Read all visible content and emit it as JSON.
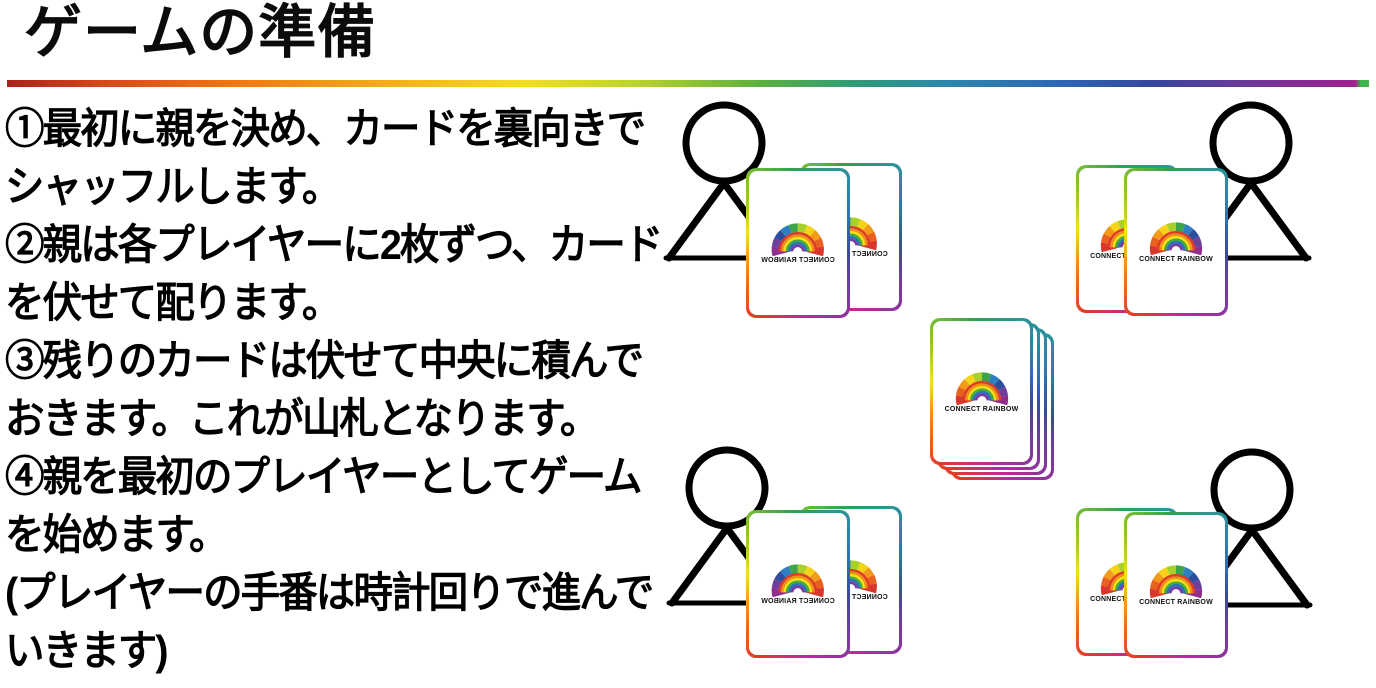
{
  "header": {
    "title": "ゲームの準備"
  },
  "divider": {
    "colors": [
      "#a8231b",
      "#ee7413",
      "#f2df1b",
      "#5fb13c",
      "#2d86ab",
      "#2e68b4",
      "#35479e",
      "#6c3998",
      "#a0208f"
    ],
    "end_tip_color": "#3db54a"
  },
  "instructions": {
    "lines": [
      "①最初に親を決め、カードを裏向きで",
      "シャッフルします。",
      "②親は各プレイヤーに2枚ずつ、カード",
      "を伏せて配ります。",
      "③残りのカードは伏せて中央に積んで",
      "おきます。これが山札となります。",
      "④親を最初のプレイヤーとしてゲーム",
      "を始めます。",
      "(プレイヤーの手番は時計回りで進んで",
      "いきます)"
    ]
  },
  "diagram": {
    "card_logo_text": "CONNECT RAINBOW",
    "player_count": 4,
    "cards_per_player": 2,
    "draw_pile_card_count": 4
  }
}
